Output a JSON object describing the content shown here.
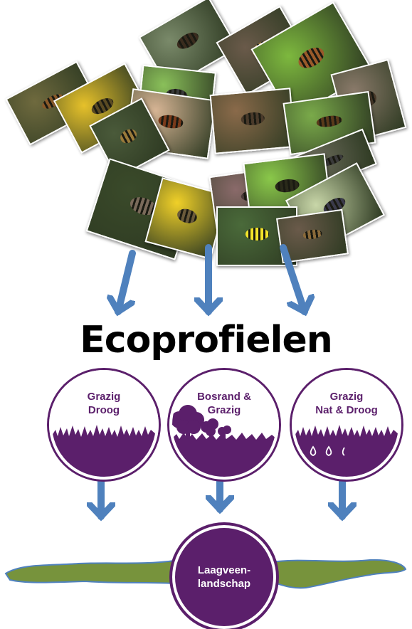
{
  "title": "Ecoprofielen",
  "colors": {
    "purple": "#5b1f6b",
    "arrow_blue": "#4f81bd",
    "landscape_green": "#77933c",
    "landscape_edge": "#4f81bd"
  },
  "profiles": [
    {
      "label": "Grazig\nDroog",
      "icon": "grass-icon"
    },
    {
      "label": "Bosrand &\nGrazig",
      "icon": "forest-edge-icon"
    },
    {
      "label": "Grazig\nNat & Droog",
      "icon": "water-drops-icon"
    }
  ],
  "landscape": {
    "label": "Laagveen-\nlandschap"
  }
}
